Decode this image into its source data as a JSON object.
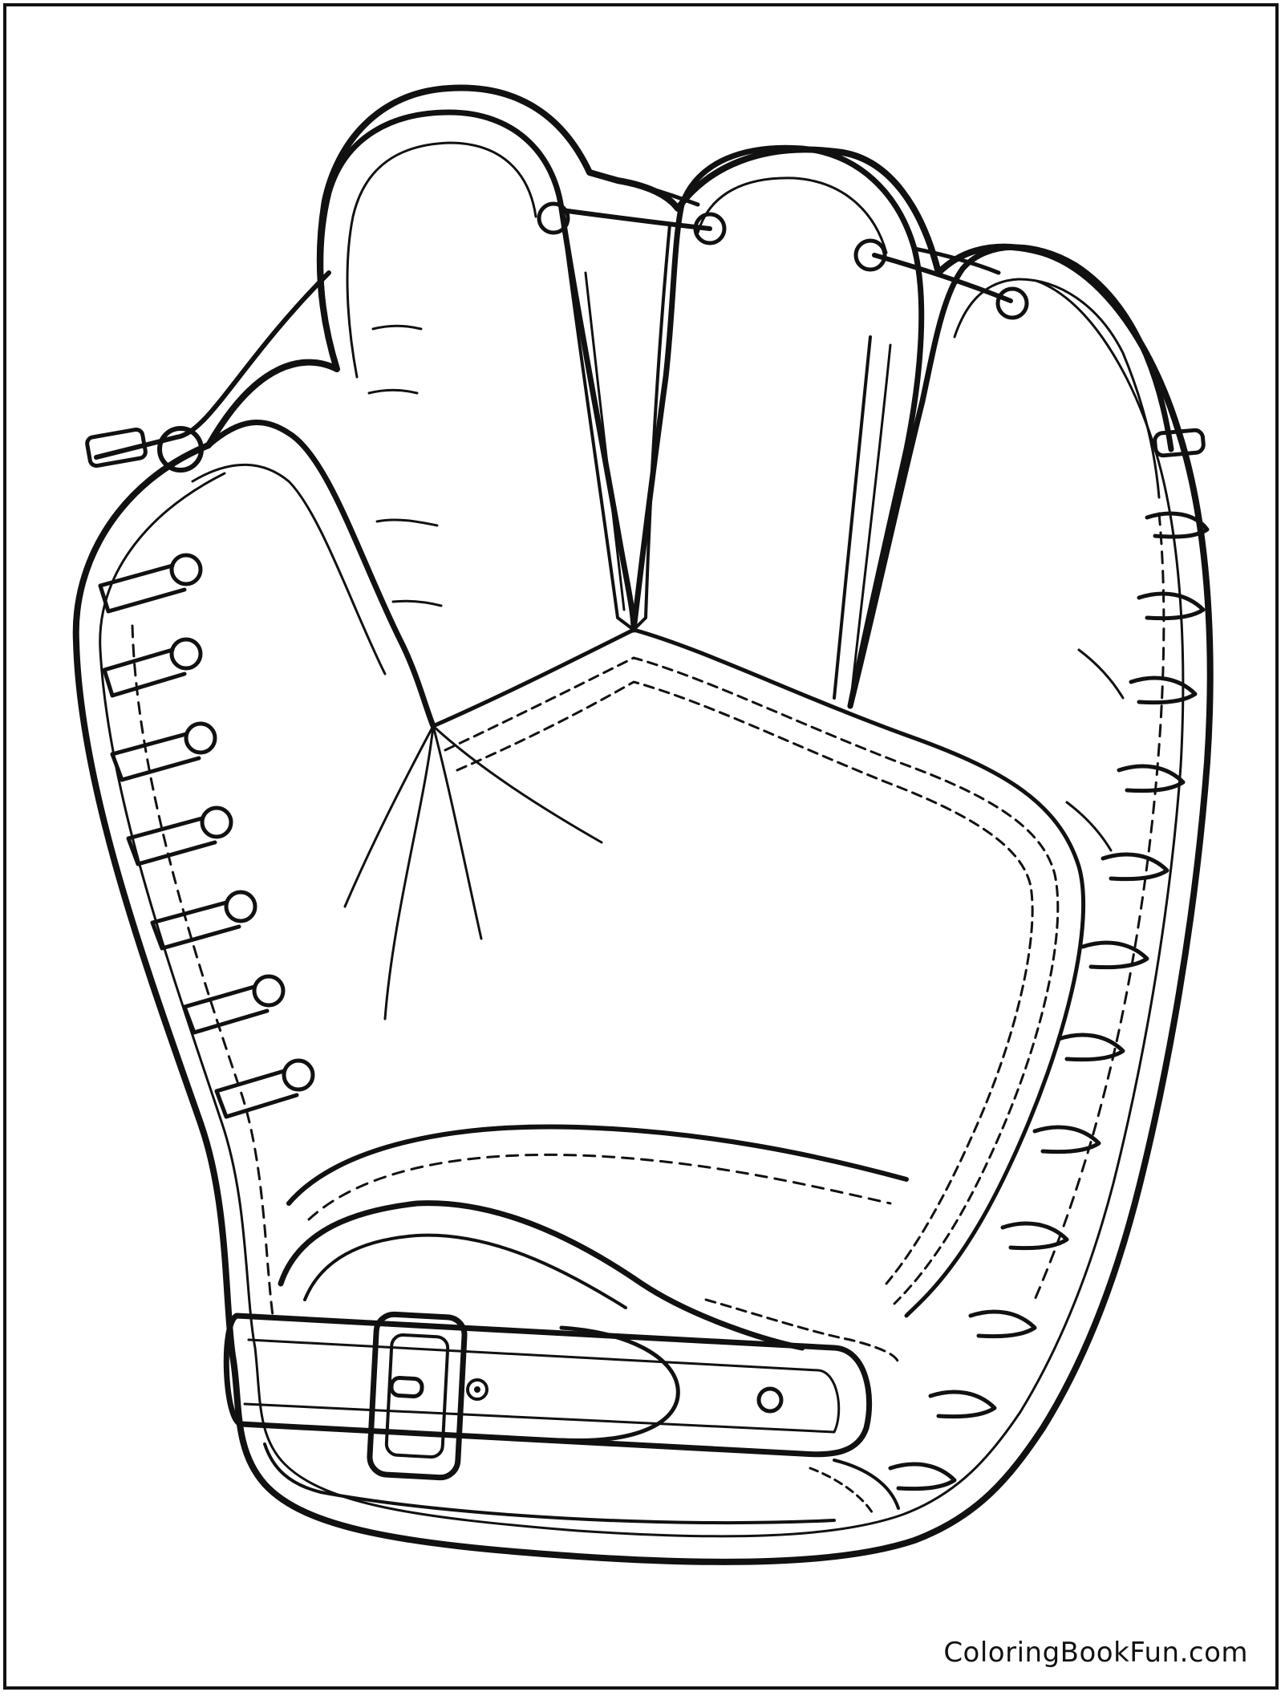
{
  "illustration": {
    "subject": "baseball-glove",
    "style": "black line art on white",
    "stroke_color": "#111111",
    "background_color": "#ffffff"
  },
  "watermark": {
    "text": "ColoringBookFun.com"
  }
}
